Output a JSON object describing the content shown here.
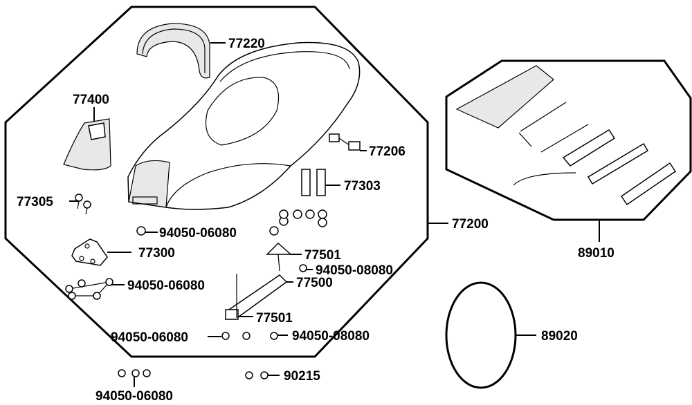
{
  "diagram": {
    "labels": {
      "p77220": "77220",
      "p77400": "77400",
      "p77206": "77206",
      "p77303": "77303",
      "p77305": "77305",
      "p77200": "77200",
      "p89010": "89010",
      "p94050_06080_a": "94050-06080",
      "p77300": "77300",
      "p77501_a": "77501",
      "p94050_08080_a": "94050-08080",
      "p94050_06080_b": "94050-06080",
      "p77500": "77500",
      "p77501_b": "77501",
      "p94050_06080_c": "94050-06080",
      "p94050_08080_b": "94050-08080",
      "p89020": "89020",
      "p90215": "90215",
      "p94050_06080_d": "94050-06080"
    }
  }
}
